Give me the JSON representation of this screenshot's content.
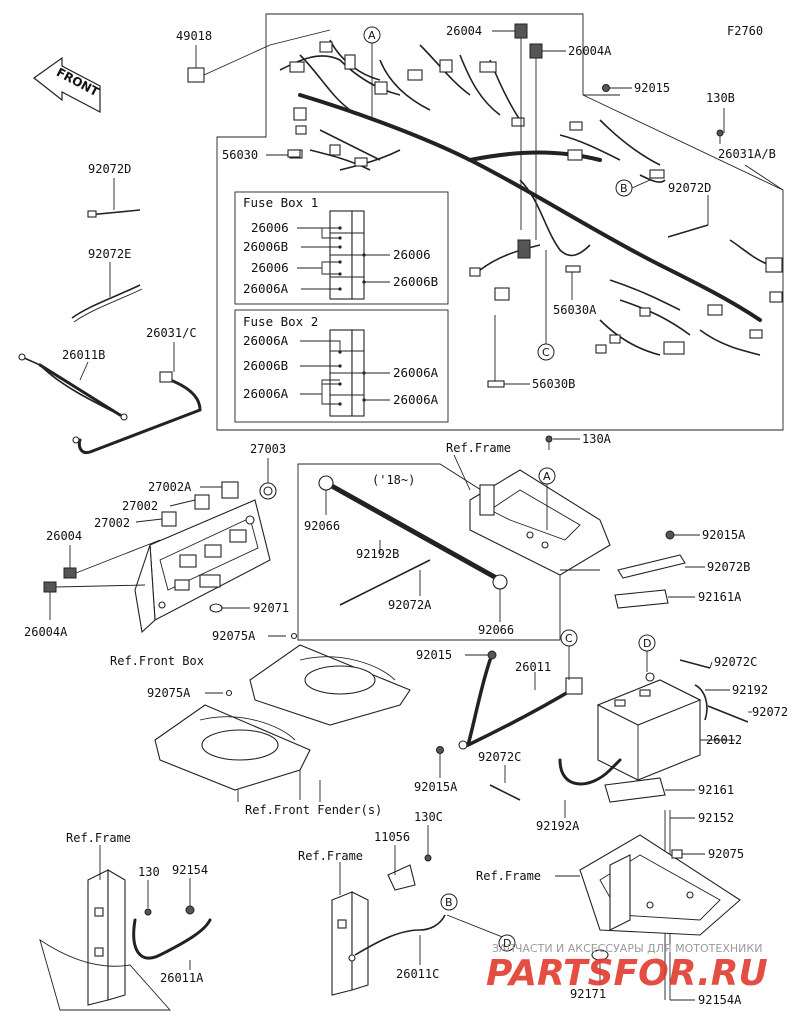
{
  "diagram_code": "F2760",
  "front_arrow": "FRONT",
  "fuse_box_1": {
    "title": "Fuse Box 1",
    "left": [
      "26006",
      "26006B",
      "26006",
      "26006A"
    ],
    "right": [
      "26006",
      "26006B"
    ]
  },
  "fuse_box_2": {
    "title": "Fuse Box 2",
    "left": [
      "26006A",
      "26006B",
      "26006A"
    ],
    "right": [
      "26006A",
      "26006A"
    ]
  },
  "callouts": [
    "A",
    "B",
    "C",
    "D"
  ],
  "note_year": "('18~)",
  "labels": {
    "p49018": "49018",
    "p26004_top": "26004",
    "p26004A_top": "26004A",
    "p92015": "92015",
    "p130B": "130B",
    "p26031AB": "26031A/B",
    "p92072D_r": "92072D",
    "p56030": "56030",
    "p56030A": "56030A",
    "p56030B": "56030B",
    "p92072D_l": "92072D",
    "p92072E": "92072E",
    "p26031C": "26031/C",
    "p26011B": "26011B",
    "p27003": "27003",
    "p27002A": "27002A",
    "p27002_a": "27002",
    "p27002_b": "27002",
    "p26004_l": "26004",
    "p26004A_l": "26004A",
    "p92071": "92071",
    "ref_front_box": "Ref.Front Box",
    "p92066_a": "92066",
    "p92192B": "92192B",
    "p92072A": "92072A",
    "p92066_b": "92066",
    "ref_frame_top": "Ref.Frame",
    "p130A": "130A",
    "p92015A_top": "92015A",
    "p92072B": "92072B",
    "p92161A": "92161A",
    "p92075A_a": "92075A",
    "p92075A_b": "92075A",
    "ref_front_fenders": "Ref.Front Fender(s)",
    "p92015_mid": "92015",
    "p26011": "26011",
    "p92015A_mid": "92015A",
    "p92072C_mid": "92072C",
    "p92192A": "92192A",
    "p92072C_r": "92072C",
    "p92192": "92192",
    "p92072": "92072",
    "p26012": "26012",
    "p92161": "92161",
    "p92152": "92152",
    "p92075": "92075",
    "ref_frame_bl": "Ref.Frame",
    "p130": "130",
    "p92154": "92154",
    "p26011A": "26011A",
    "ref_frame_bc": "Ref.Frame",
    "p11056": "11056",
    "p130C": "130C",
    "p26011C": "26011C",
    "ref_frame_br": "Ref.Frame",
    "p92171": "92171",
    "p92154A": "92154A"
  },
  "watermark": {
    "line1": "ЗАПЧАСТИ И АКСЕССУАРЫ ДЛЯ МОТОТЕХНИКИ",
    "logo": "PARTSFOR.RU"
  }
}
